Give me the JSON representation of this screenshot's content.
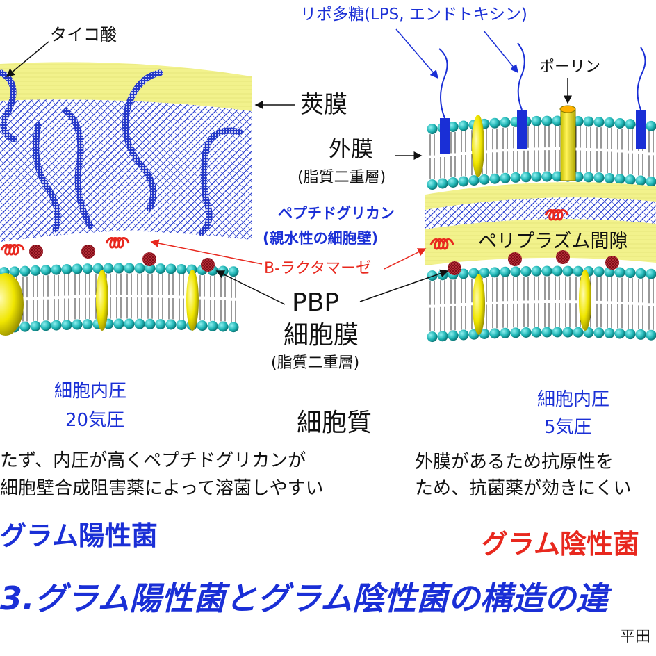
{
  "colors": {
    "blue": "#1a2fd6",
    "red": "#e8281e",
    "capsule_yellow": "#f2f28c",
    "head_teal": "#1fb5b5",
    "protein_yellow": "#f0e600",
    "pbp_dark_red": "#7a0a14"
  },
  "labels": {
    "teichoic_acid": "タイコ酸",
    "lps": "リポ多糖(LPS, エンドトキシン)",
    "porin": "ポーリン",
    "capsule": "莢膜",
    "outer_membrane": "外膜",
    "outer_membrane_sub": "(脂質二重層)",
    "peptidoglycan_1": "ペプチドグリカン",
    "peptidoglycan_2": "(親水性の細胞壁)",
    "periplasm": "ペリプラズム間隙",
    "beta_lactamase": "Β-ラクタマーゼ",
    "pbp": "PBP",
    "cell_membrane": "細胞膜",
    "cell_membrane_sub": "(脂質二重層)",
    "pressure_pos_1": "細胞内圧",
    "pressure_pos_2": "20気圧",
    "pressure_neg_1": "細胞内圧",
    "pressure_neg_2": "5気圧",
    "cytoplasm": "細胞質"
  },
  "notes": {
    "positive_line1": "たず、内圧が高くペプチドグリカンが",
    "positive_line2": "細胞壁合成阻害薬によって溶菌しやすい",
    "negative_line1": "外膜があるため抗原性を",
    "negative_line2": "ため、抗菌薬が効きにくい"
  },
  "headings": {
    "gram_positive": "グラム陽性菌",
    "gram_negative": "グラム陰性菌",
    "figure_title": "3.グラム陽性菌とグラム陰性菌の構造の違",
    "credit": "平田"
  }
}
